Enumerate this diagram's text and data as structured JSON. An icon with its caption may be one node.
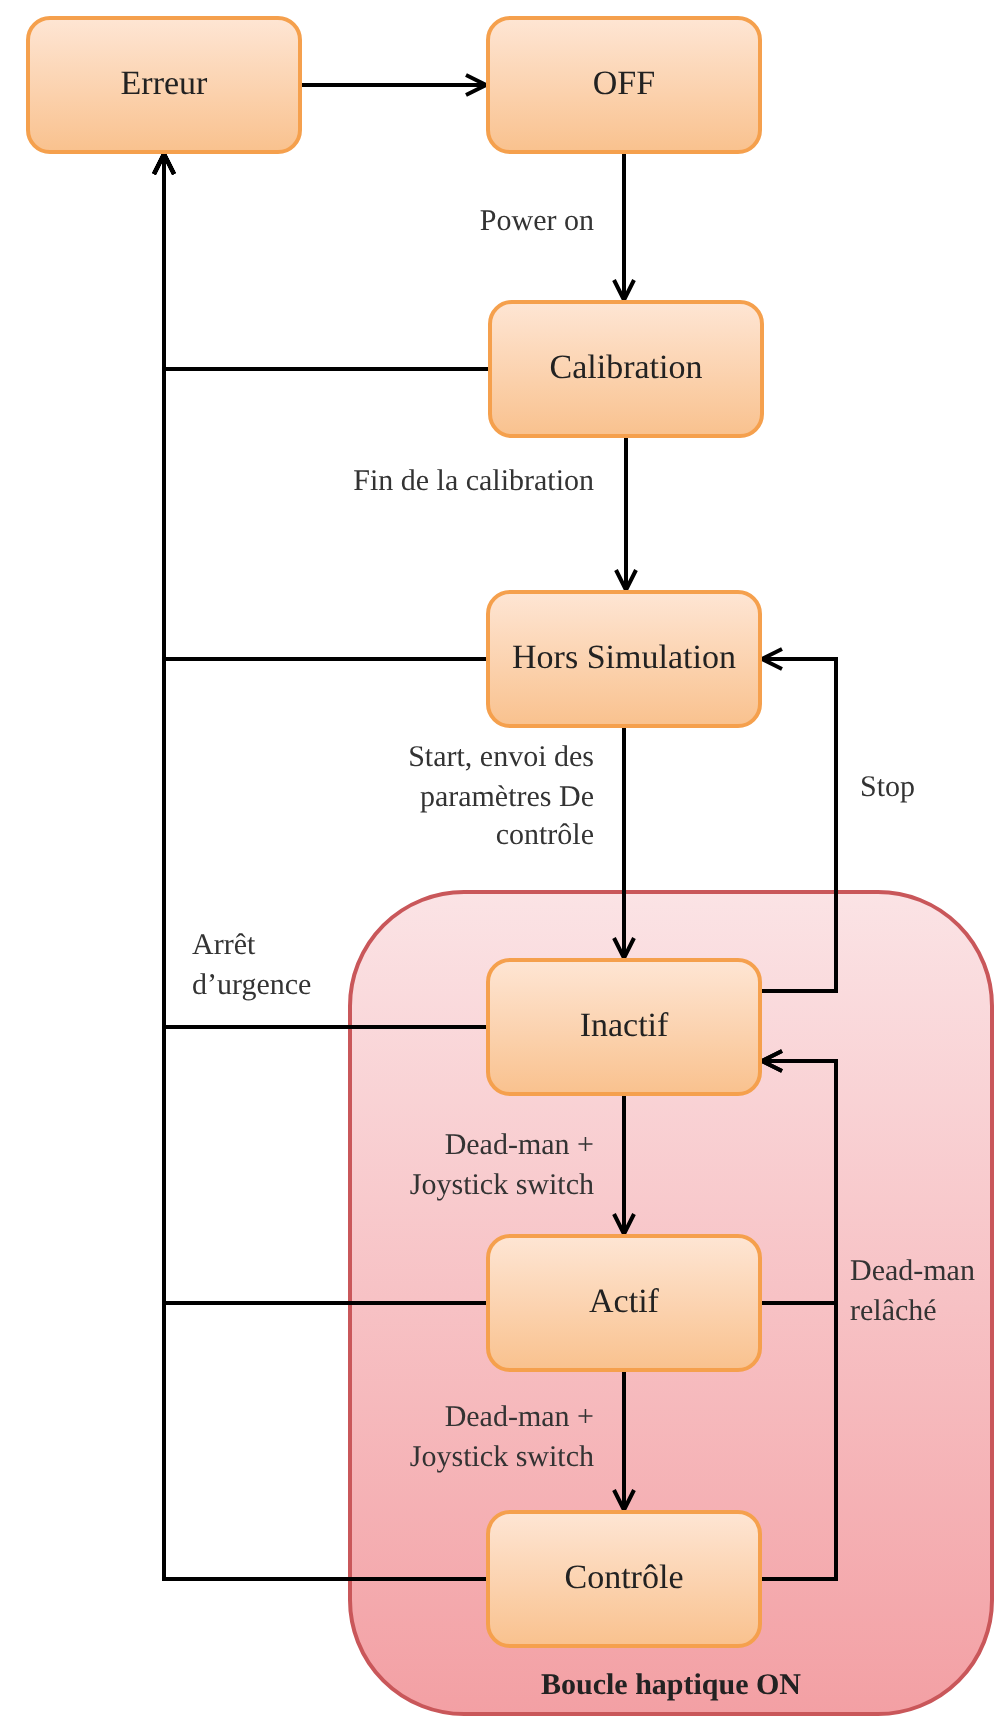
{
  "diagram": {
    "nodes": [
      {
        "text": [
          "Erreur"
        ]
      },
      {
        "text": [
          "OFF"
        ]
      },
      {
        "text": [
          "Calibration"
        ]
      },
      {
        "text": [
          "Hors Simulation"
        ]
      },
      {
        "text": [
          "Boucle haptique ON"
        ]
      },
      {
        "text": [
          "Inactif"
        ],
        "in": 4
      },
      {
        "text": [
          "Actif"
        ],
        "in": 4
      },
      {
        "text": [
          "Contrôle"
        ],
        "in": 4
      }
    ],
    "edges": [
      {
        "from": 0,
        "to": 1,
        "arrow": "to"
      },
      {
        "from": 1,
        "to": 2,
        "arrow": "to",
        "label": "Power on"
      },
      {
        "from": 2,
        "to": 0,
        "arrow": "to"
      },
      {
        "from": 2,
        "to": 3,
        "arrow": "to",
        "label": "Fin de la calibration"
      },
      {
        "from": 3,
        "to": 0,
        "arrow": "to"
      },
      {
        "from": 3,
        "to": 5,
        "arrow": "to",
        "label": "Start, envoi des paramètres De contrôle"
      },
      {
        "from": 5,
        "to": 3,
        "arrow": "to",
        "label": "Stop"
      },
      {
        "from": 5,
        "to": 0,
        "arrow": "to",
        "label": "Arrêt d’urgence"
      },
      {
        "from": 5,
        "to": 6,
        "arrow": "to",
        "label": "Dead-man + Joystick switch"
      },
      {
        "from": 6,
        "to": 0,
        "arrow": "to"
      },
      {
        "from": 6,
        "to": 7,
        "arrow": "to",
        "label": "Dead-man + Joystick switch"
      },
      {
        "from": 6,
        "to": 5,
        "arrow": "to",
        "label": "Dead-man relâché"
      },
      {
        "from": 7,
        "to": 0,
        "arrow": "to"
      },
      {
        "from": 7,
        "to": 5,
        "arrow": "to"
      }
    ]
  }
}
